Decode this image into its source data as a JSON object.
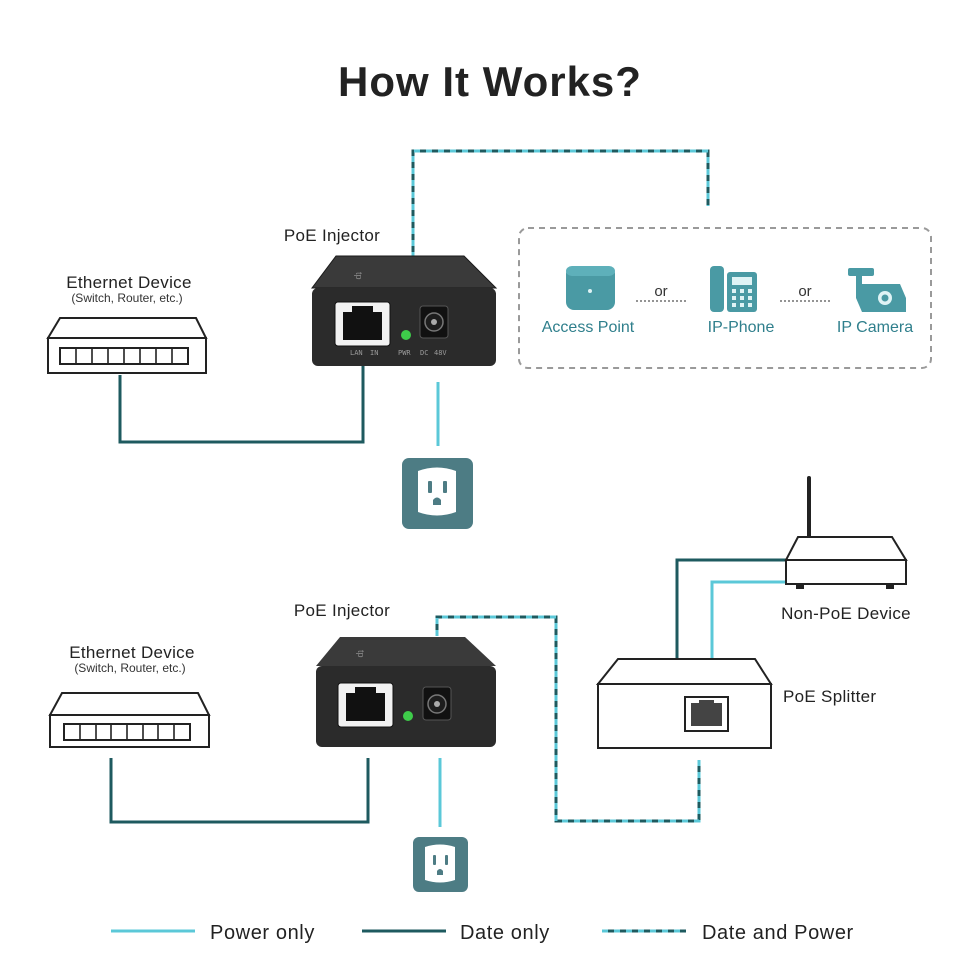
{
  "title": "How It Works?",
  "top": {
    "injector_label": "PoE Injector",
    "ethernet_device": "Ethernet Device",
    "ethernet_device_sub": "(Switch, Router, etc.)",
    "devices": [
      {
        "label": "Access Point",
        "icon": "access-point-icon"
      },
      {
        "label": "IP-Phone",
        "icon": "ip-phone-icon"
      },
      {
        "label": "IP Camera",
        "icon": "ip-camera-icon"
      }
    ],
    "separator": "or",
    "port_labels": [
      "LAN",
      "IN",
      "PWR",
      "DC",
      "48V"
    ]
  },
  "bottom": {
    "injector_label": "PoE Injector",
    "ethernet_device": "Ethernet Device",
    "ethernet_device_sub": "(Switch, Router, etc.)",
    "splitter_label": "PoE Splitter",
    "non_poe_label": "Non-PoE Device"
  },
  "legend": [
    {
      "label": "Power only",
      "style": "solid-light"
    },
    {
      "label": "Date only",
      "style": "solid-dark"
    },
    {
      "label": "Date and Power",
      "style": "dashed"
    }
  ],
  "colors": {
    "power_line": "#5bc8d8",
    "data_line": "#1e5a5f",
    "outlet_bg": "#4d7c84",
    "injector_body": "#2b2b2b",
    "teal_label": "#2f7f8c"
  }
}
